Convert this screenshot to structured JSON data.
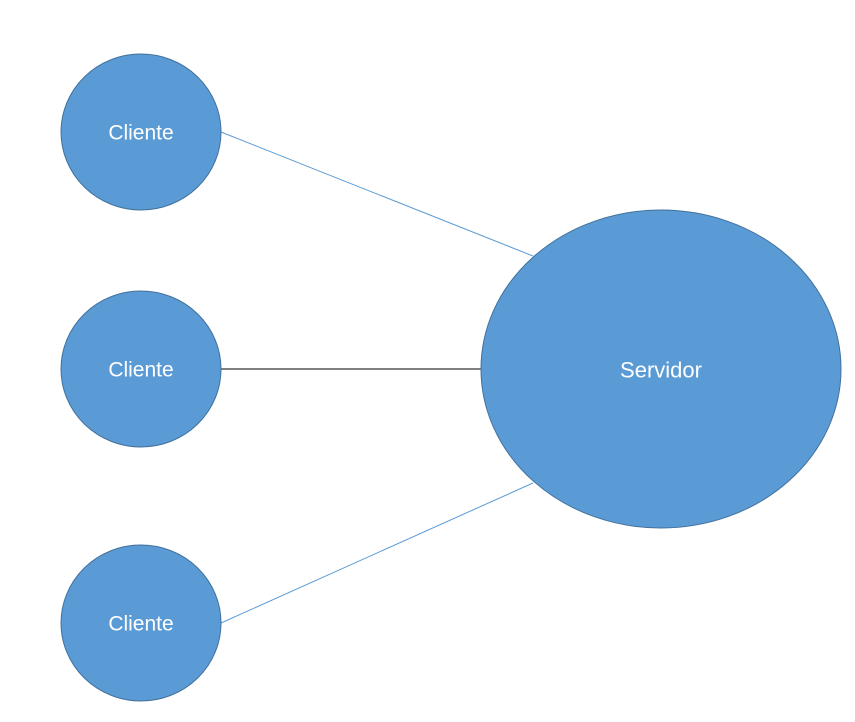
{
  "diagram": {
    "colors": {
      "node_fill": "#5b9bd5",
      "node_stroke": "#41719c",
      "label_text": "#ffffff",
      "connector_blue": "#5b9bd5",
      "connector_black": "#000000"
    },
    "server": {
      "label": "Servidor"
    },
    "clients": [
      {
        "label": "Cliente"
      },
      {
        "label": "Cliente"
      },
      {
        "label": "Cliente"
      }
    ],
    "connections": [
      {
        "from": "clients.0",
        "to": "server",
        "color": "#5b9bd5"
      },
      {
        "from": "clients.1",
        "to": "server",
        "color": "#000000"
      },
      {
        "from": "clients.2",
        "to": "server",
        "color": "#5b9bd5"
      }
    ]
  }
}
